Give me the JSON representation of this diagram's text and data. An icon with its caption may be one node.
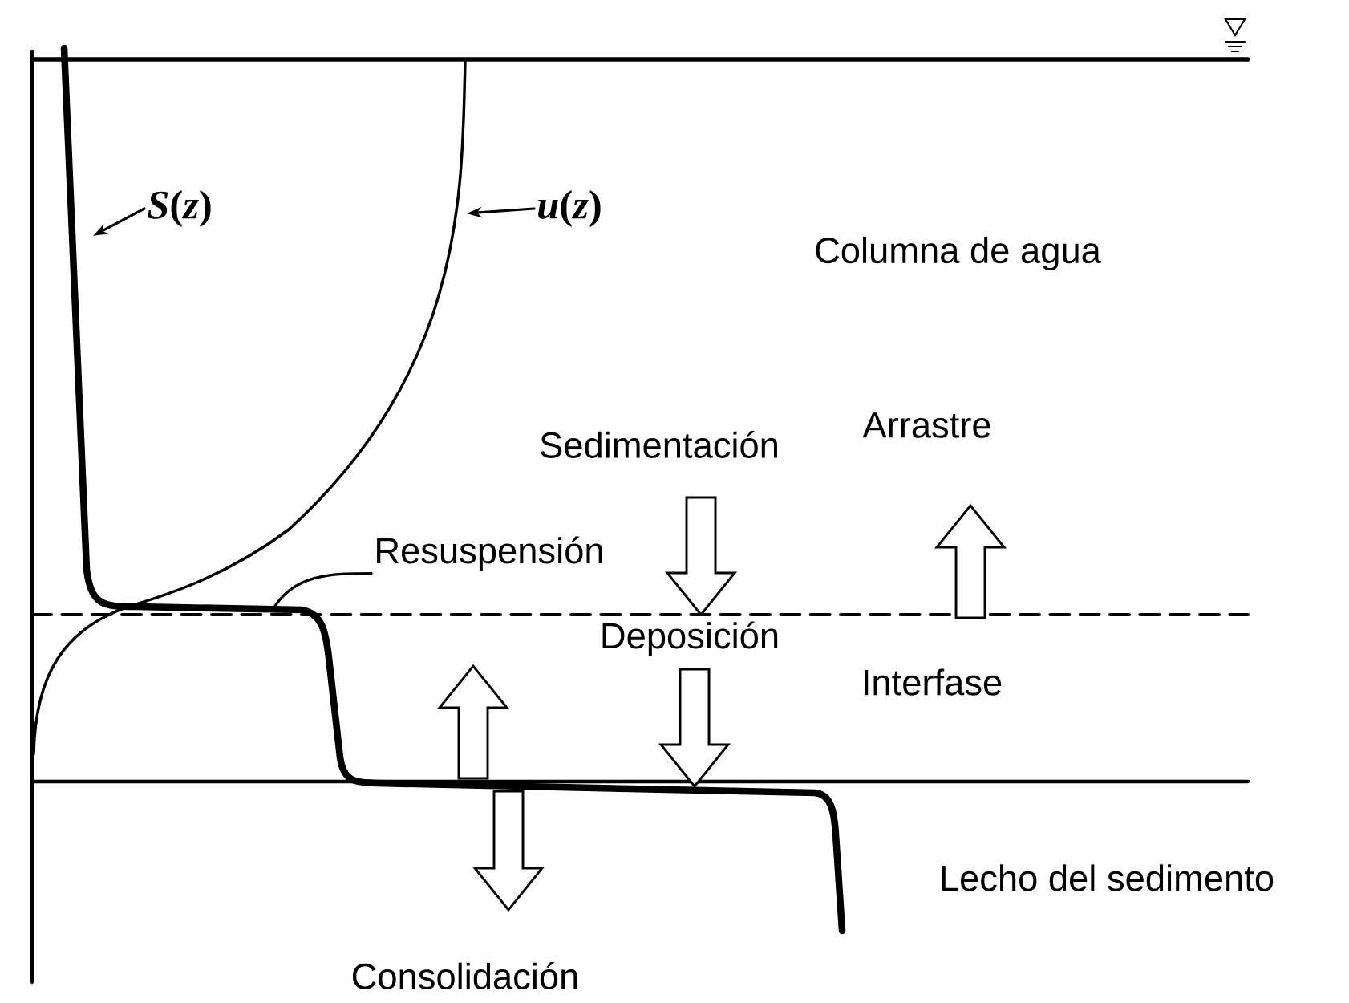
{
  "diagram": {
    "nodes": [
      {
        "text": [
          "*S*(*z*)"
        ]
      },
      {
        "text": [
          "*u*(*z*)"
        ]
      },
      {
        "text": [
          "Resuspensión"
        ]
      }
    ],
    "edges": [
      {
        "from": 0,
        "to": null,
        "arrow": "to"
      },
      {
        "from": 1,
        "to": null,
        "arrow": "to"
      },
      {
        "from": 2,
        "to": null,
        "arrow": "none"
      }
    ],
    "labels": [
      "Columna de agua",
      "Sedimentación",
      "Arrastre",
      "Deposición",
      "Interfase",
      "Lecho del sedimento",
      "Consolidación"
    ]
  }
}
